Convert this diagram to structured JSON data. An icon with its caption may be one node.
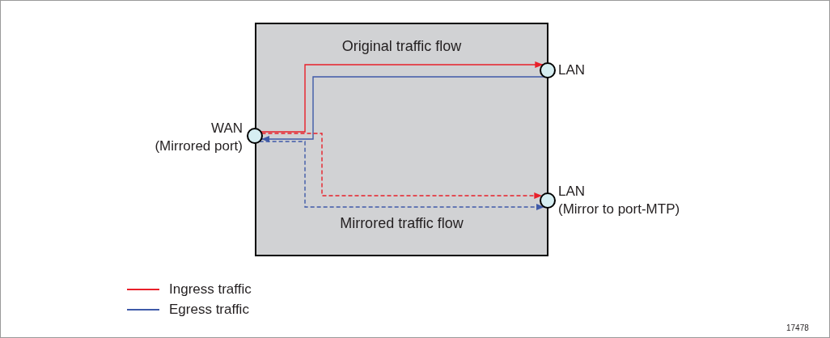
{
  "diagram": {
    "nodes": [
      {
        "text": [],
        "shape": "circle",
        "beside": [
          "WAN",
          "(Mirrored port)"
        ]
      },
      {
        "text": [],
        "shape": "circle",
        "beside": [
          "LAN"
        ]
      },
      {
        "text": [],
        "shape": "circle",
        "beside": [
          "LAN",
          "(Mirror to port-MTP)"
        ]
      }
    ],
    "edges": [
      {
        "from": 0,
        "to": 1,
        "arrow": "to",
        "color": "#e8202a"
      },
      {
        "from": 1,
        "to": 0,
        "arrow": "to",
        "color": "#3f5aa8"
      },
      {
        "from": 0,
        "to": 2,
        "arrow": "to",
        "style": "dashed",
        "color": "#e8202a"
      },
      {
        "from": 0,
        "to": 2,
        "arrow": "to",
        "style": "dashed",
        "color": "#3f5aa8"
      }
    ],
    "labels": [
      "Original traffic flow",
      "Mirrored traffic flow",
      "17478"
    ],
    "legend": [
      {
        "text": "Ingress traffic",
        "color": "#e8202a"
      },
      {
        "text": "Egress traffic",
        "color": "#3f5aa8"
      }
    ]
  }
}
